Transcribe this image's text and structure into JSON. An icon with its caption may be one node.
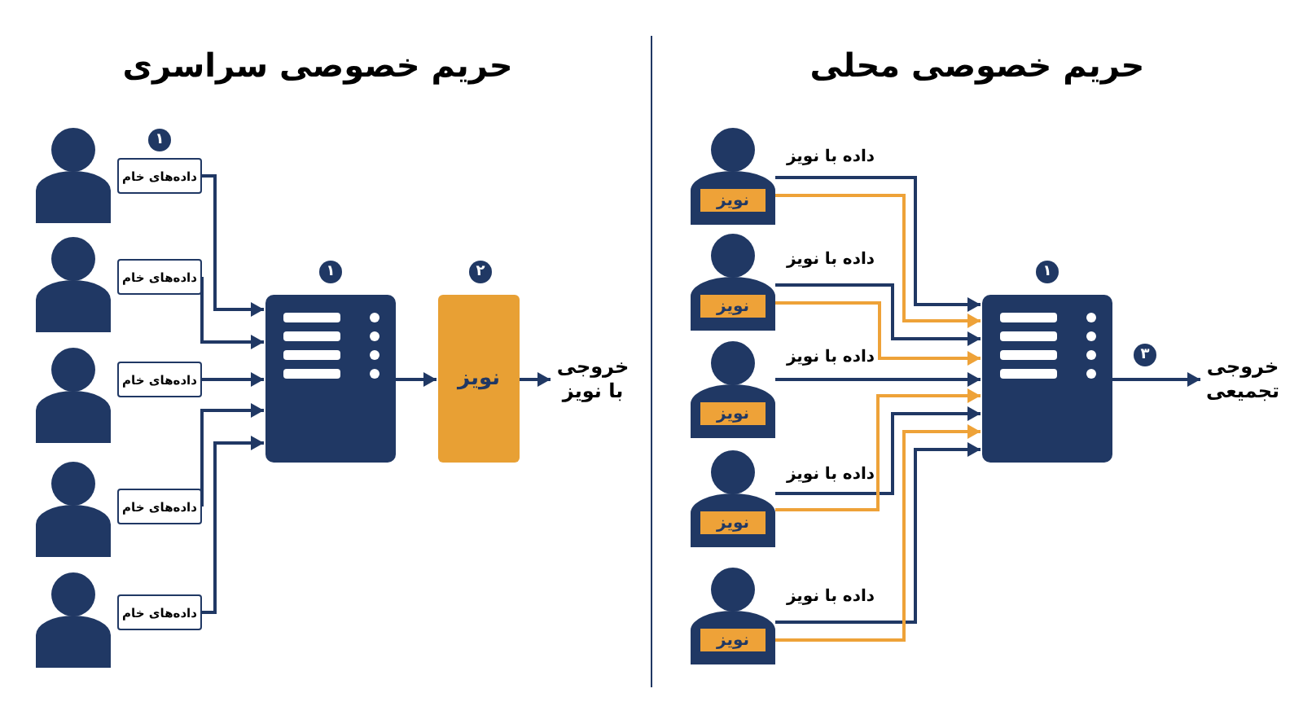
{
  "diagram": {
    "nodes": [
      {
        "text": [
          "داده‌های خام"
        ]
      },
      {
        "text": [
          "داده‌های خام"
        ]
      },
      {
        "text": [
          "داده‌های خام"
        ]
      },
      {
        "text": [
          "داده‌های خام"
        ]
      },
      {
        "text": [
          "داده‌های خام"
        ]
      },
      {
        "text": [],
        "shape": "server"
      },
      {
        "text": [
          "نویز"
        ]
      },
      {
        "text": [
          "خروجی با نویز"
        ]
      },
      {
        "text": [],
        "shape": "person"
      },
      {
        "text": [
          "نویز"
        ],
        "in": 8
      },
      {
        "text": [],
        "shape": "person"
      },
      {
        "text": [
          "نویز"
        ],
        "in": 10
      },
      {
        "text": [],
        "shape": "person"
      },
      {
        "text": [
          "نویز"
        ],
        "in": 12
      },
      {
        "text": [],
        "shape": "person"
      },
      {
        "text": [
          "نویز"
        ],
        "in": 14
      },
      {
        "text": [],
        "shape": "person"
      },
      {
        "text": [
          "نویز"
        ],
        "in": 16
      },
      {
        "text": [],
        "shape": "server"
      },
      {
        "text": [
          "خروجی تجمیعی"
        ]
      }
    ],
    "edges": [
      {
        "from": 0,
        "to": 5,
        "arrow": "to"
      },
      {
        "from": 1,
        "to": 5,
        "arrow": "to"
      },
      {
        "from": 2,
        "to": 5,
        "arrow": "to"
      },
      {
        "from": 3,
        "to": 5,
        "arrow": "to"
      },
      {
        "from": 4,
        "to": 5,
        "arrow": "to"
      },
      {
        "from": 5,
        "to": 6,
        "arrow": "to"
      },
      {
        "from": 6,
        "to": 7,
        "arrow": "to"
      },
      {
        "from": 8,
        "to": 18,
        "arrow": "to",
        "label": "داده با نویز"
      },
      {
        "from": 8,
        "to": 18,
        "arrow": "to",
        "color": "#eea238"
      },
      {
        "from": 10,
        "to": 18,
        "arrow": "to",
        "label": "داده با نویز"
      },
      {
        "from": 10,
        "to": 18,
        "arrow": "to",
        "color": "#eea238"
      },
      {
        "from": 12,
        "to": 18,
        "arrow": "to",
        "label": "داده با نویز"
      },
      {
        "from": 14,
        "to": 18,
        "arrow": "to",
        "label": "داده با نویز"
      },
      {
        "from": 14,
        "to": 18,
        "arrow": "to",
        "color": "#eea238"
      },
      {
        "from": 16,
        "to": 18,
        "arrow": "to",
        "label": "داده با نویز"
      },
      {
        "from": 16,
        "to": 18,
        "arrow": "to",
        "color": "#eea238"
      },
      {
        "from": 18,
        "to": 19,
        "arrow": "to",
        "label": "۳"
      }
    ],
    "labels": [
      "حریم خصوصی سراسری",
      "حریم خصوصی محلی",
      "۱",
      "۱",
      "۲",
      "۱"
    ]
  }
}
